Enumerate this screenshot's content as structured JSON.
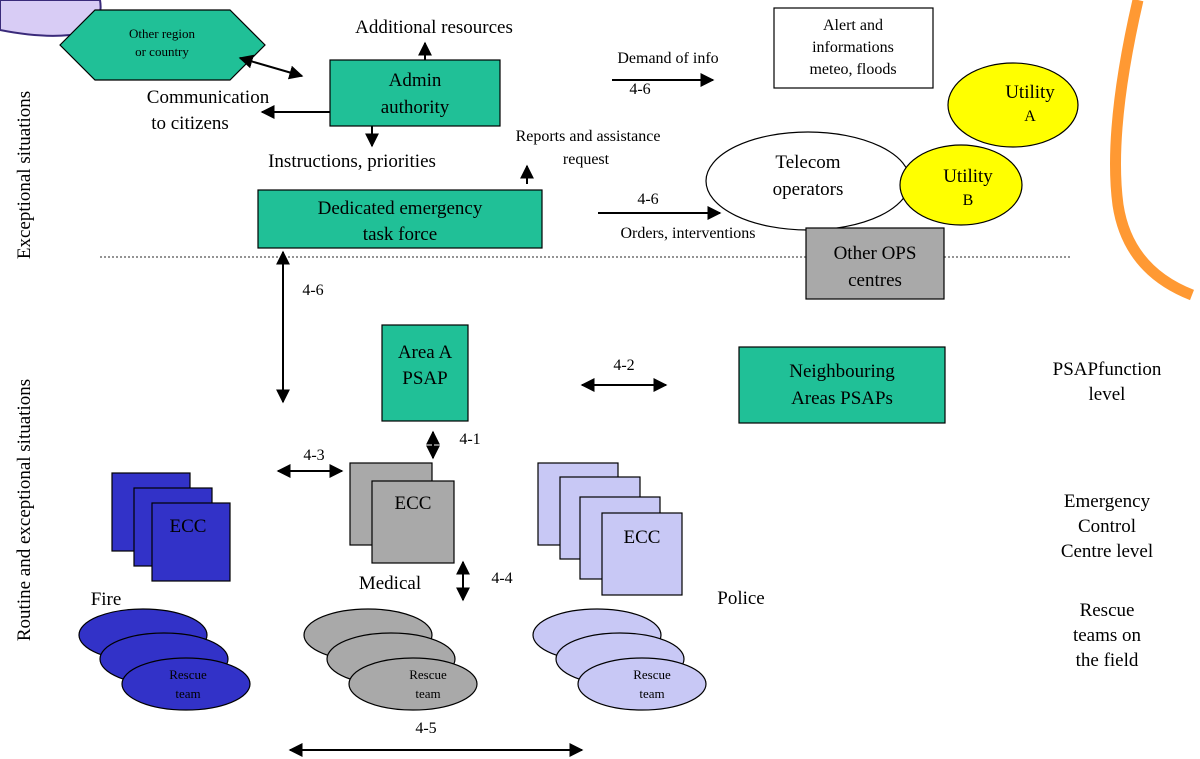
{
  "side_labels": {
    "exceptional": "Exceptional situations",
    "routine": "Routine and exceptional situations"
  },
  "nodes": {
    "other_region": [
      "Other region",
      "or country"
    ],
    "additional_resources": "Additional resources",
    "admin_authority": [
      "Admin",
      "authority"
    ],
    "communication": [
      "Communication",
      "to citizens"
    ],
    "instructions": "Instructions, priorities",
    "reports": [
      "Reports and assistance",
      "request"
    ],
    "demand_info": "Demand of info",
    "alert_box": [
      "Alert and",
      "informations",
      "meteo, floods"
    ],
    "utility_a": [
      "Utility",
      "A"
    ],
    "utility_b": [
      "Utility",
      "B"
    ],
    "telecom": [
      "Telecom",
      "operators"
    ],
    "task_force": [
      "Dedicated emergency",
      "task force"
    ],
    "orders": "Orders, interventions",
    "other_ops": [
      "Other OPS",
      "centres"
    ],
    "area_a": [
      "Area A",
      "PSAP"
    ],
    "neighbouring": [
      "Neighbouring",
      "Areas PSAPs"
    ],
    "ecc": "ECC",
    "fire": "Fire",
    "medical": "Medical",
    "police": "Police",
    "rescue_team": [
      "Rescue",
      "team"
    ]
  },
  "link_labels": {
    "demand": "4-6",
    "orders": "4-6",
    "vertical": "4-6",
    "psap_neighbours": "4-2",
    "psap_ecc": "4-1",
    "fire_medical": "4-3",
    "medical_rescue": "4-4",
    "rescue_bottom": "4-5"
  },
  "levels": {
    "psap": [
      "PSAPfunction",
      "level"
    ],
    "ecc": [
      "Emergency",
      "Control",
      "Centre level"
    ],
    "rescue": [
      "Rescue",
      "teams on",
      "the field"
    ]
  },
  "colors": {
    "green": "#20c097",
    "grey": "#a9a9a9",
    "fire": "#3232c8",
    "police": "#c8c8f5",
    "yellow": "#ffff00",
    "orange": "#ff9933",
    "lavender": "#d8ccf5"
  }
}
